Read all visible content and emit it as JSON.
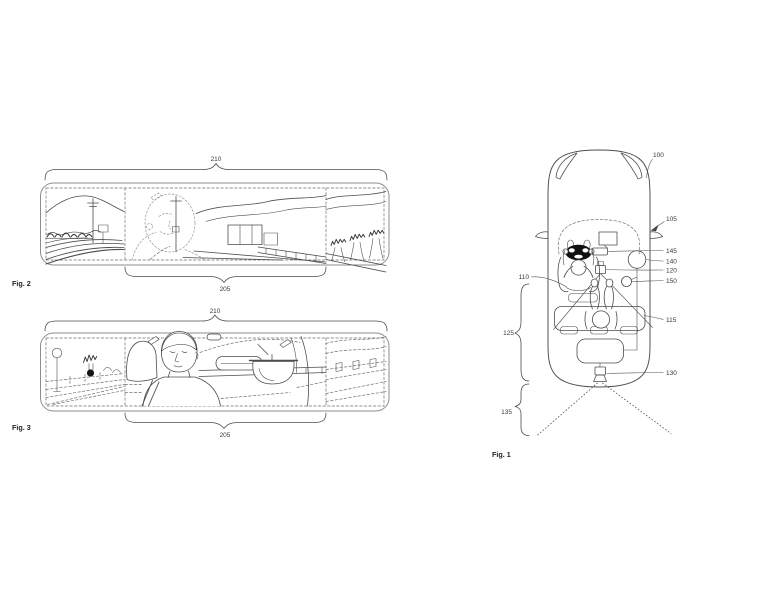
{
  "document": {
    "type": "patent-drawing-sheet",
    "background": "#ffffff"
  },
  "colors": {
    "line_ink": "#4d4d4d",
    "light_line": "#8d8d8d",
    "ghost_line": "#979797",
    "fill_black": "#101010",
    "text": "#383838"
  },
  "figures": {
    "fig2": {
      "caption": "Fig. 2",
      "wide_view_ref": "210",
      "narrow_view_ref": "205"
    },
    "fig3": {
      "caption": "Fig. 3",
      "wide_view_ref": "210",
      "narrow_view_ref": "205"
    },
    "fig1": {
      "caption": "Fig. 1",
      "vehicle_ref": "100",
      "body_side_ref": "105",
      "driver_ref": "110",
      "rear_seat_ref": "115",
      "interior_camera_ref": "120",
      "cabin_region_ref": "125",
      "rear_camera_ref": "130",
      "rear_fov_ref": "135",
      "dashboard_unit_ref": "140",
      "console_module_ref": "145",
      "sensor_ref": "150"
    }
  }
}
